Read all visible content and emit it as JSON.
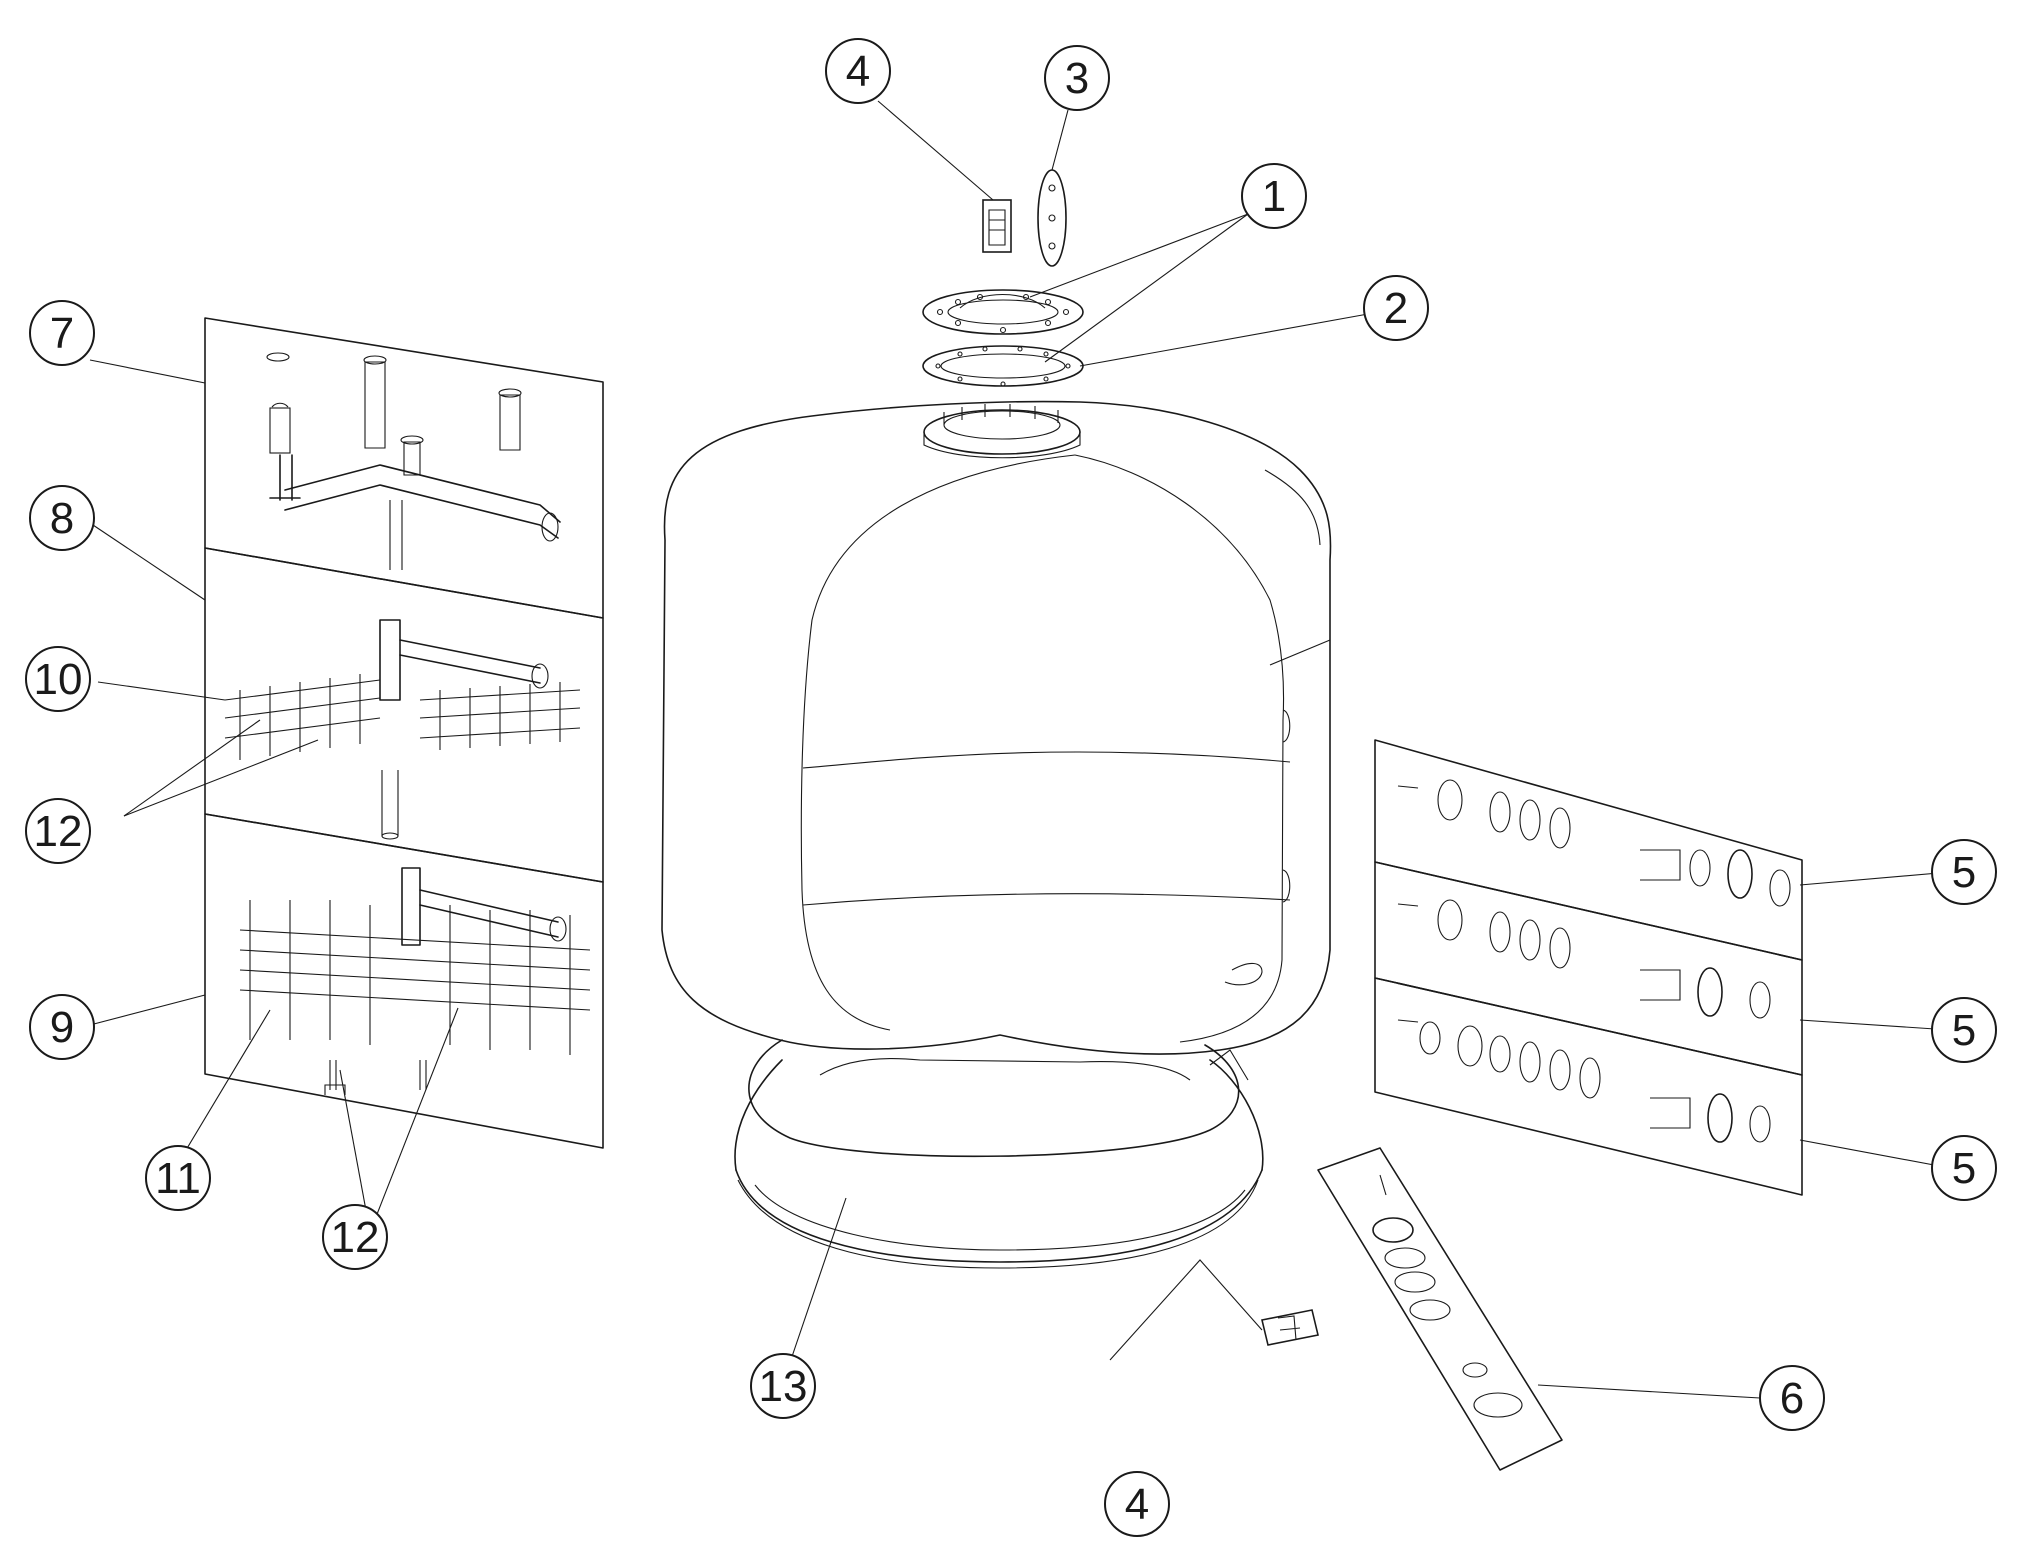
{
  "callouts": [
    {
      "label": "1"
    },
    {
      "label": "2"
    },
    {
      "label": "3"
    },
    {
      "label": "4"
    },
    {
      "label": "4"
    },
    {
      "label": "5"
    },
    {
      "label": "5"
    },
    {
      "label": "5"
    },
    {
      "label": "6"
    },
    {
      "label": "7"
    },
    {
      "label": "8"
    },
    {
      "label": "9"
    },
    {
      "label": "10"
    },
    {
      "label": "11"
    },
    {
      "label": "12"
    },
    {
      "label": "12"
    },
    {
      "label": "13"
    }
  ],
  "colors": {
    "line": "#1a1a1a",
    "background": "#ffffff"
  }
}
